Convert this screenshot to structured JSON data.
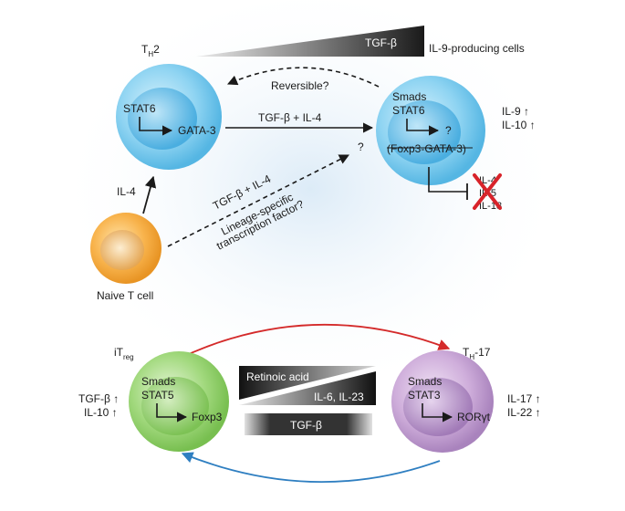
{
  "top": {
    "th2_label": "T",
    "th2_sub": "H",
    "th2_suffix": "2",
    "tgfb_wedge": "TGF-β",
    "il9_cells": "IL-9-producing cells",
    "reversible": "Reversible?",
    "stat6_left": "STAT6",
    "gata3": "GATA-3",
    "tgfb_il4_top": "TGF-β + IL-4",
    "smads_right": "Smads",
    "stat6_right": "STAT6",
    "question_right": "?",
    "foxp3_gata3": "(Foxp3-GATA-3)",
    "il9_up": "IL-9 ↑",
    "il10_up_right": "IL-10 ↑",
    "question_dashed": "?",
    "il4_arrow": "IL-4",
    "tgfb_il4_diag": "TGF-β + IL-4",
    "lineage_line1": "Lineage-specific",
    "lineage_line2": "transcription factor?",
    "il4_repressed": "IL-4",
    "il5_repressed": "IL-5",
    "il13_repressed": "IL-13",
    "naive": "Naive T cell"
  },
  "bottom": {
    "itreg_main": "iT",
    "itreg_sub": "reg",
    "th17_main": "T",
    "th17_sub": "H",
    "th17_suffix": "-17",
    "smads_left": "Smads",
    "stat5": "STAT5",
    "foxp3": "Foxp3",
    "tgfb_up": "TGF-β ↑",
    "il10_up_left": "IL-10 ↑",
    "retinoic": "Retinoic acid",
    "il6_il23": "IL-6, IL-23",
    "tgfb_bar": "TGF-β",
    "smads_right": "Smads",
    "stat3": "STAT3",
    "rorgt": "RORγt",
    "il17_up": "IL-17 ↑",
    "il22_up": "IL-22 ↑"
  },
  "colors": {
    "th_blue": "#7fcdf0",
    "naive_orange": "#f5a623",
    "itreg_green": "#8fcf6a",
    "th17_purple": "#c7a2d4",
    "red_arrow": "#d42a2a",
    "blue_arrow": "#2f7fc1",
    "cross_red": "#d8232a"
  }
}
